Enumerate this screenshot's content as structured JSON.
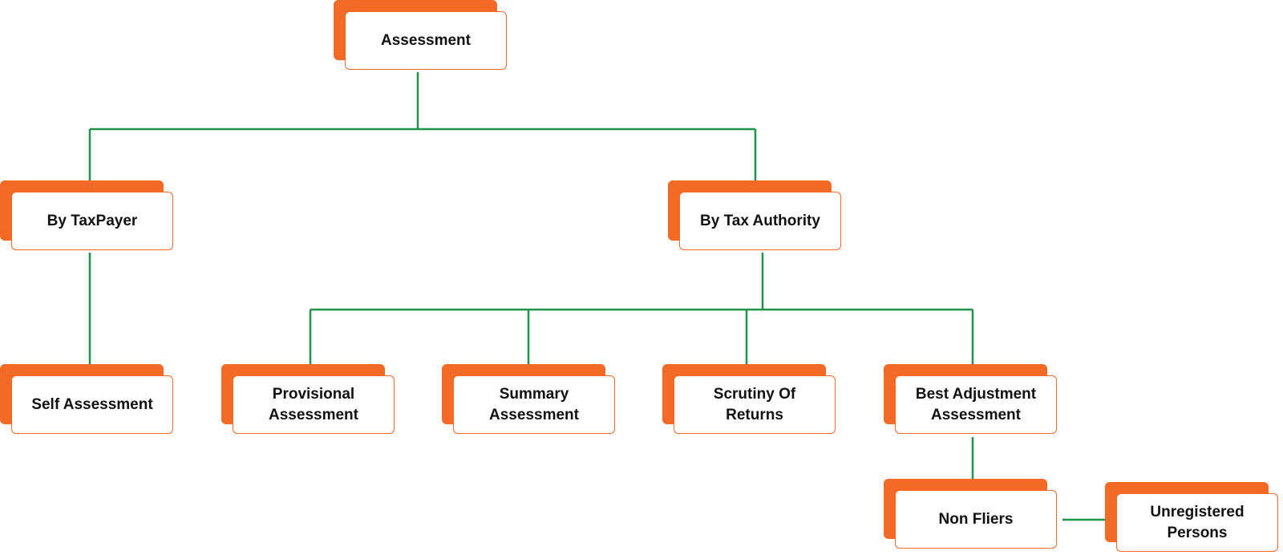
{
  "colors": {
    "accent": "#F26A26",
    "connector": "#1E9448",
    "card_background": "#FFFFFF",
    "text": "#111111"
  },
  "nodes": {
    "assessment": "Assessment",
    "by_taxpayer": "By TaxPayer",
    "by_tax_authority": "By Tax Authority",
    "self_assessment": "Self Assessment",
    "provisional_assessment": "Provisional Assessment",
    "summary_assessment": "Summary Assessment",
    "scrutiny_of_returns": "Scrutiny Of Returns",
    "best_adjustment_assessment": "Best Adjustment Assessment",
    "non_fliers": "Non Fliers",
    "unregistered_persons": "Unregistered Persons"
  }
}
